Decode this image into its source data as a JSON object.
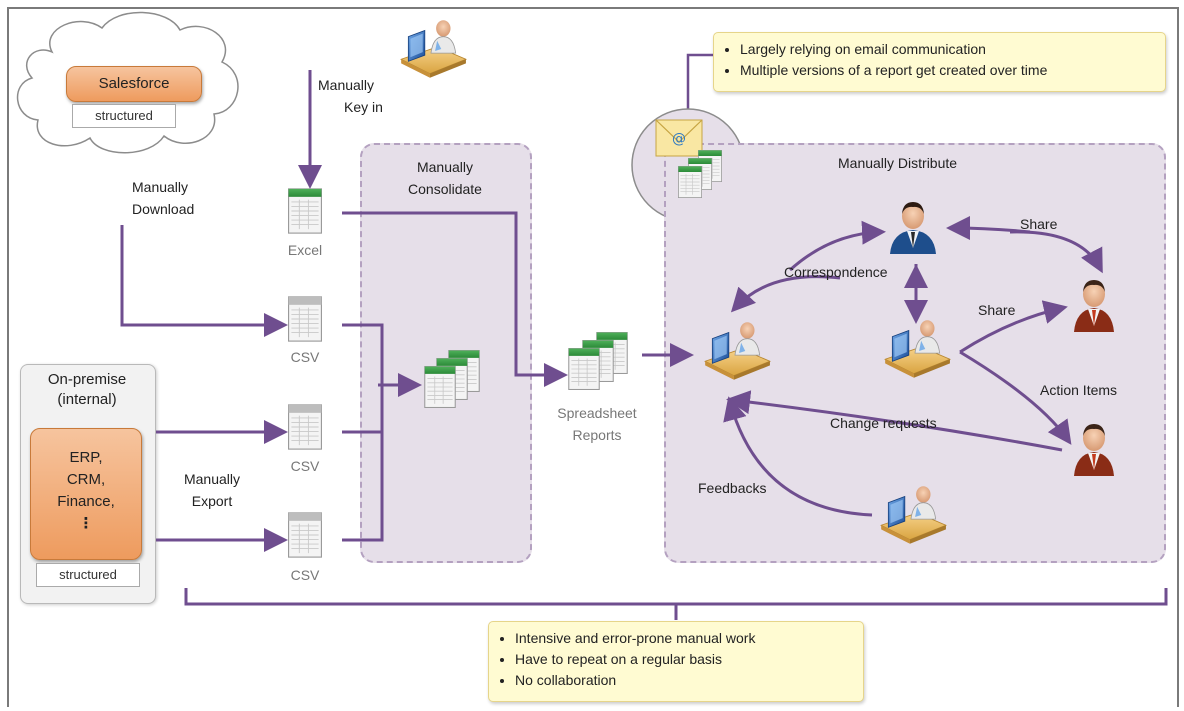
{
  "sources": {
    "salesforce": {
      "name": "Salesforce",
      "tag": "structured"
    },
    "onpremise": {
      "title_line1": "On-premise",
      "title_line2": "(internal)",
      "systems": [
        "ERP,",
        "CRM,",
        "Finance,",
        "⋮"
      ],
      "tag": "structured"
    }
  },
  "steps": {
    "manually_key_in": [
      "Manually",
      "Key in"
    ],
    "manually_download": [
      "Manually",
      "Download"
    ],
    "manually_export": [
      "Manually",
      "Export"
    ],
    "manually_consolidate": [
      "Manually",
      "Consolidate"
    ],
    "manually_distribute": [
      "Manually",
      "Distribute"
    ]
  },
  "files": {
    "excel": "Excel",
    "csv": [
      "CSV",
      "CSV",
      "CSV"
    ],
    "spreadsheet_reports": [
      "Spreadsheet",
      "Reports"
    ]
  },
  "flows": {
    "correspondence": "Correspondence",
    "share_top": "Share",
    "share_mid": "Share",
    "action_items": "Action Items",
    "change_requests": "Change requests",
    "feedbacks": "Feedbacks"
  },
  "notes": {
    "top": [
      "Largely relying on email communication",
      "Multiple versions of a report get created over time"
    ],
    "bottom": [
      "Intensive and error-prone manual work",
      "Have to repeat on a regular basis",
      "No collaboration"
    ]
  },
  "colors": {
    "arrow": "#6f4e8f",
    "panel": "#e6dfe9",
    "orange": "#ee9b5e",
    "note": "#fffbd2"
  },
  "icons": [
    "cloud-icon",
    "workstation-user-icon",
    "excel-file-icon",
    "csv-file-icon",
    "spreadsheet-stack-icon",
    "email-icon",
    "manager-icon",
    "businessman-icon"
  ]
}
